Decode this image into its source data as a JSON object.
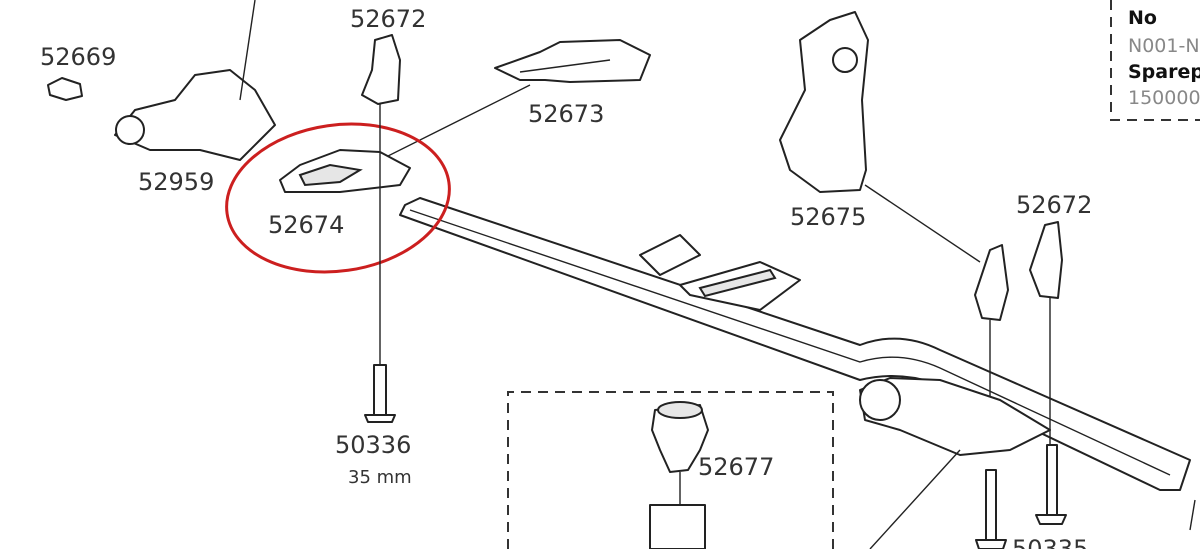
{
  "labels": {
    "p52669": "52669",
    "p52672a": "52672",
    "p52673": "52673",
    "p52959": "52959",
    "p52674": "52674",
    "p52675": "52675",
    "p52672b": "52672",
    "p50336": "50336",
    "p50336_len": "35 mm",
    "p52677": "52677",
    "p50335": "50335"
  },
  "info_box": {
    "no_label": "No",
    "no_value": "N001-N",
    "sparepart_label": "Sparep",
    "sparepart_value": "150000"
  },
  "highlight_color": "#cc1f1f"
}
